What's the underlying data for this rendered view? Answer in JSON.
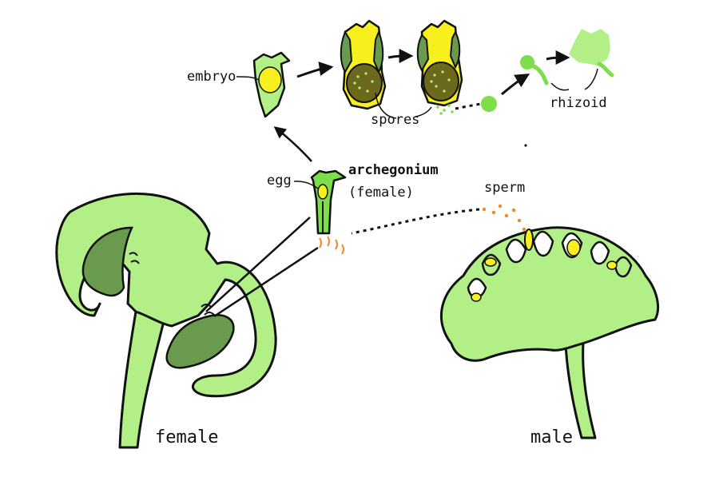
{
  "labels": {
    "embryo": "embryo",
    "spores": "spores",
    "rhizoid": "rhizoid",
    "egg": "egg",
    "archegonium": "archegonium",
    "female_paren": "(female)",
    "sperm": "sperm",
    "female": "female",
    "male": "male"
  },
  "colors": {
    "plant_green": "#b3ef87",
    "dark_green": "#6a9a4e",
    "bright_green": "#7ddd4a",
    "yellow": "#f7f01e",
    "olive": "#6b6a1c",
    "orange": "#f08a24",
    "outline": "#111111"
  }
}
